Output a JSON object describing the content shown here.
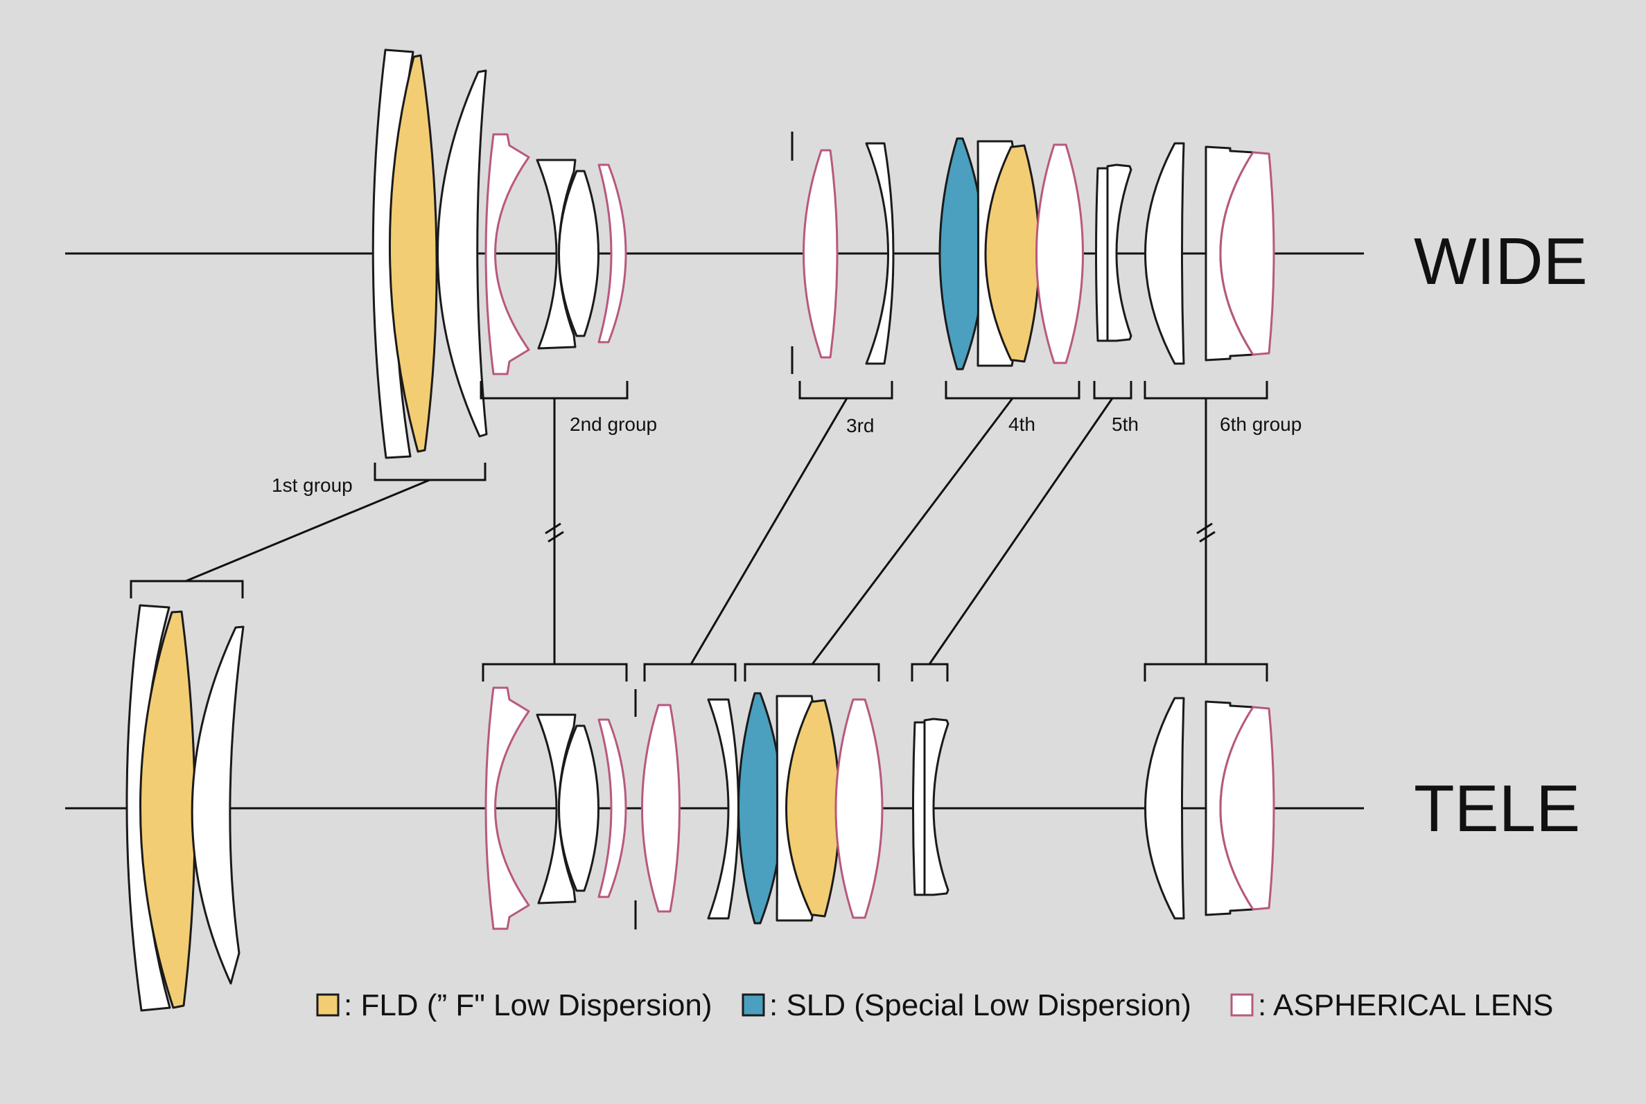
{
  "modes": {
    "wide": "WIDE",
    "tele": "TELE"
  },
  "groups": {
    "g1": "1st group",
    "g2": "2nd group",
    "g3": "3rd",
    "g4": "4th",
    "g5": "5th",
    "g6": "6th group"
  },
  "legend": {
    "fld": ": FLD (” F\" Low Dispersion)",
    "sld": ": SLD (Special Low Dispersion)",
    "asph": ": ASPHERICAL LENS"
  },
  "colors": {
    "fld": "#f2cd73",
    "sld": "#4aa0be",
    "aspherical_outline": "#b8587f",
    "background": "#dcdcdc"
  }
}
